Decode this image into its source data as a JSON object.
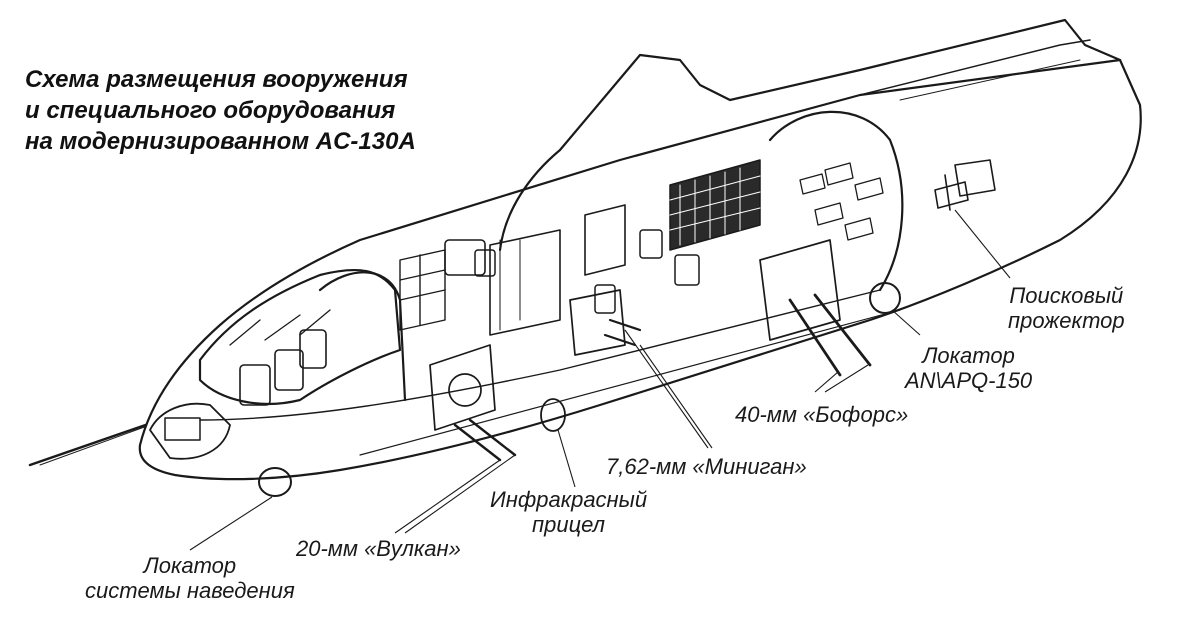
{
  "title": {
    "line1": "Схема размещения вооружения",
    "line2": "и специального оборудования",
    "line3": "на модернизированном AC-130A"
  },
  "labels": {
    "searchlight": [
      "Поисковый",
      "прожектор"
    ],
    "radar_apq": [
      "Локатор",
      "AN\\APQ-150"
    ],
    "bofors": "40-мм «Бофорс»",
    "minigun": "7,62-мм «Миниган»",
    "ir_sight": [
      "Инфракрасный",
      "прицел"
    ],
    "vulcan": "20-мм «Вулкан»",
    "guidance_radar": [
      "Локатор",
      "системы наведения"
    ]
  }
}
